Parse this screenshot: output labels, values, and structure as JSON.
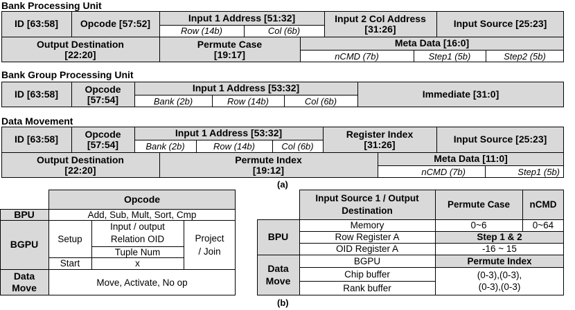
{
  "bpu": {
    "title": "Bank Processing Unit",
    "id": "ID [63:58]",
    "opcode": "Opcode [57:52]",
    "input1": "Input 1 Address [51:32]",
    "row": "Row (14b)",
    "col": "Col (6b)",
    "input2_l1": "Input 2 Col Address",
    "input2_l2": "[31:26]",
    "input_source": "Input Source [25:23]",
    "outdest_l1": "Output Destination",
    "outdest_l2": "[22:20]",
    "permute_l1": "Permute Case",
    "permute_l2": "[19:17]",
    "meta": "Meta Data [16:0]",
    "ncmd": "nCMD (7b)",
    "step1": "Step1 (5b)",
    "step2": "Step2 (5b)"
  },
  "bgpu": {
    "title": "Bank Group Processing Unit",
    "id": "ID [63:58]",
    "opcode_l1": "Opcode",
    "opcode_l2": "[57:54]",
    "input1": "Input 1 Address [53:32]",
    "bank": "Bank (2b)",
    "row": "Row (14b)",
    "col": "Col (6b)",
    "immediate": "Immediate [31:0]"
  },
  "dm": {
    "title": "Data Movement",
    "id": "ID [63:58]",
    "opcode_l1": "Opcode",
    "opcode_l2": "[57:54]",
    "input1": "Input 1 Address [53:32]",
    "bank": "Bank (2b)",
    "row": "Row (14b)",
    "col": "Col (6b)",
    "reg_l1": "Register Index",
    "reg_l2": "[31:26]",
    "input_source": "Input Source [25:23]",
    "outdest_l1": "Output Destination",
    "outdest_l2": "[22:20]",
    "permute_l1": "Permute Index",
    "permute_l2": "[19:12]",
    "meta": "Meta Data [11:0]",
    "ncmd": "nCMD (7b)",
    "step1": "Step1 (5b)"
  },
  "caption_a": "(a)",
  "caption_b": "(b)",
  "opcode_table": {
    "header": "Opcode",
    "bpu_label": "BPU",
    "bpu_ops": "Add, Sub, Mult, Sort, Cmp",
    "bgpu_label": "BGPU",
    "setup": "Setup",
    "start": "Start",
    "relation_l1": "Input / output",
    "relation_l2": "Relation OID",
    "tuple": "Tuple Num",
    "x": "x",
    "project_l1": "Project",
    "project_l2": "/ Join",
    "dm_l1": "Data",
    "dm_l2": "Move",
    "dm_ops": "Move, Activate, No op"
  },
  "source_table": {
    "col1_l1": "Input Source 1 / Output",
    "col1_l2": "Destination",
    "col2": "Permute Case",
    "col3": "nCMD",
    "bpu_label": "BPU",
    "memory": "Memory",
    "mem_perm": "0~6",
    "mem_ncmd": "0~64",
    "row_reg": "Row Register A",
    "step12": "Step 1 & 2",
    "oid_reg": "OID Register A",
    "oid_range": "-16 ~ 15",
    "dm_l1": "Data",
    "dm_l2": "Move",
    "bgpu": "BGPU",
    "perm_index": "Permute Index",
    "chip": "Chip buffer",
    "rank": "Rank buffer",
    "pi_l1": "(0-3),(0-3),",
    "pi_l2": "(0-3),(0-3)"
  }
}
